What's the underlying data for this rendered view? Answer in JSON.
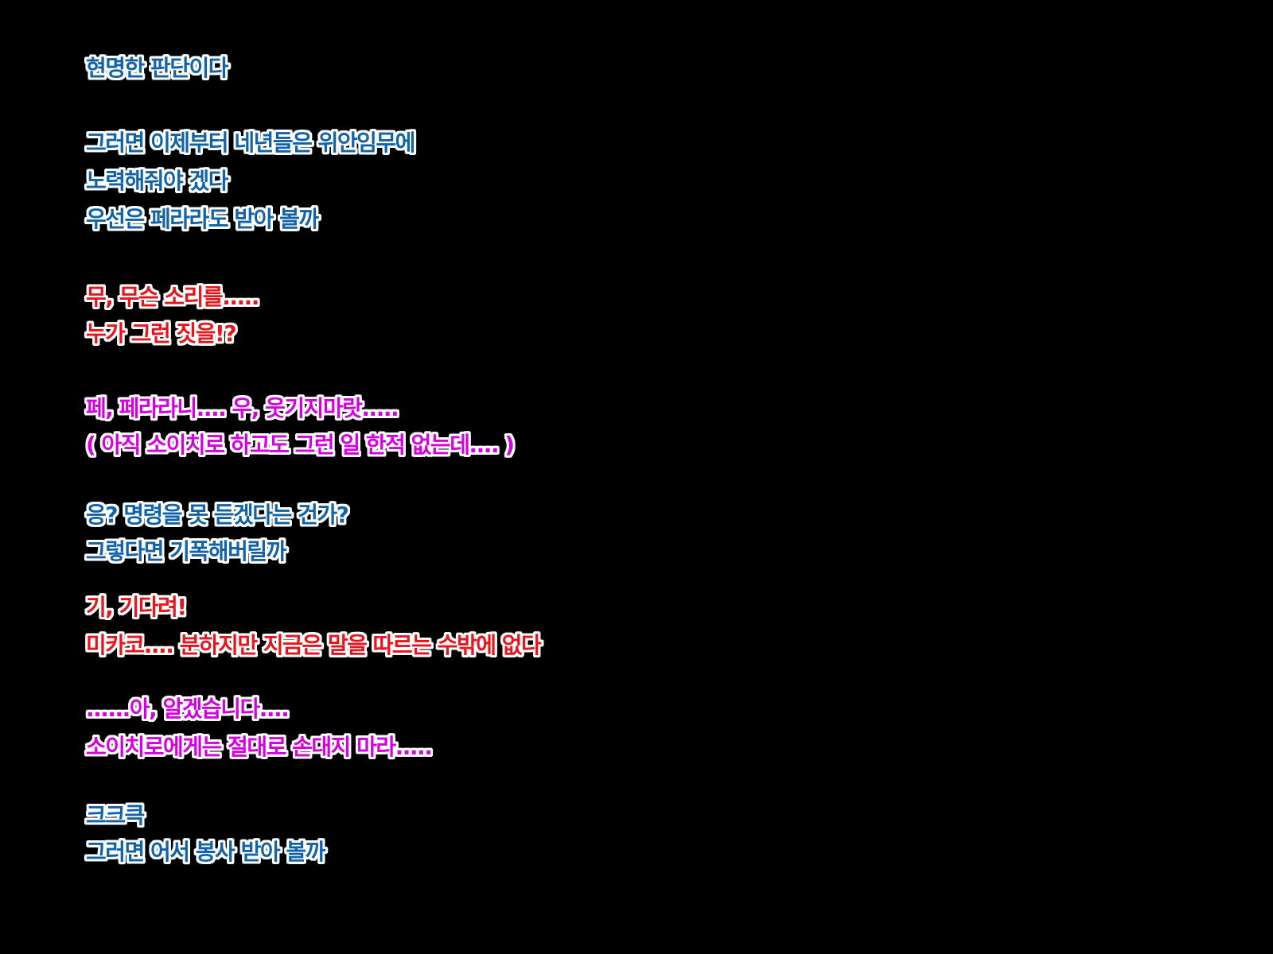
{
  "colors": {
    "background": "#000000",
    "outline": "#ffffff",
    "speaker_blue": "#1262a8",
    "speaker_red": "#e8141c",
    "speaker_magenta": "#d400e0"
  },
  "dialogue": {
    "block1": {
      "line1": "현명한 판단이다"
    },
    "block2": {
      "line1": "그러면 이제부터 네년들은 위안임무에",
      "line2": "노력해줘야 겠다",
      "line3": "우선은 페라라도 받아 볼까"
    },
    "block3": {
      "line1": "무, 무슨 소리를.....",
      "line2": "누가 그런 짓을!?"
    },
    "block4": {
      "line1": "페, 페라라니.... 우, 웃기지마랏.....",
      "line2": "( 아직 소이치로 하고도 그런 일 한적 없는데.... )"
    },
    "block5": {
      "line1": "응? 명령을 못 듣겠다는 건가?",
      "line2": "그렇다면 기폭해버릴까"
    },
    "block6": {
      "line1": "기, 기다려!",
      "line2": "미카코.... 분하지만 지금은 말을 따르는 수밖에 없다"
    },
    "block7": {
      "line1": "......아, 알겠습니다....",
      "line2": "소이치로에게는 절대로 손대지 마라....."
    },
    "block8": {
      "line1": "크크큭",
      "line2": "그러면 어서 봉사 받아 볼까"
    }
  }
}
